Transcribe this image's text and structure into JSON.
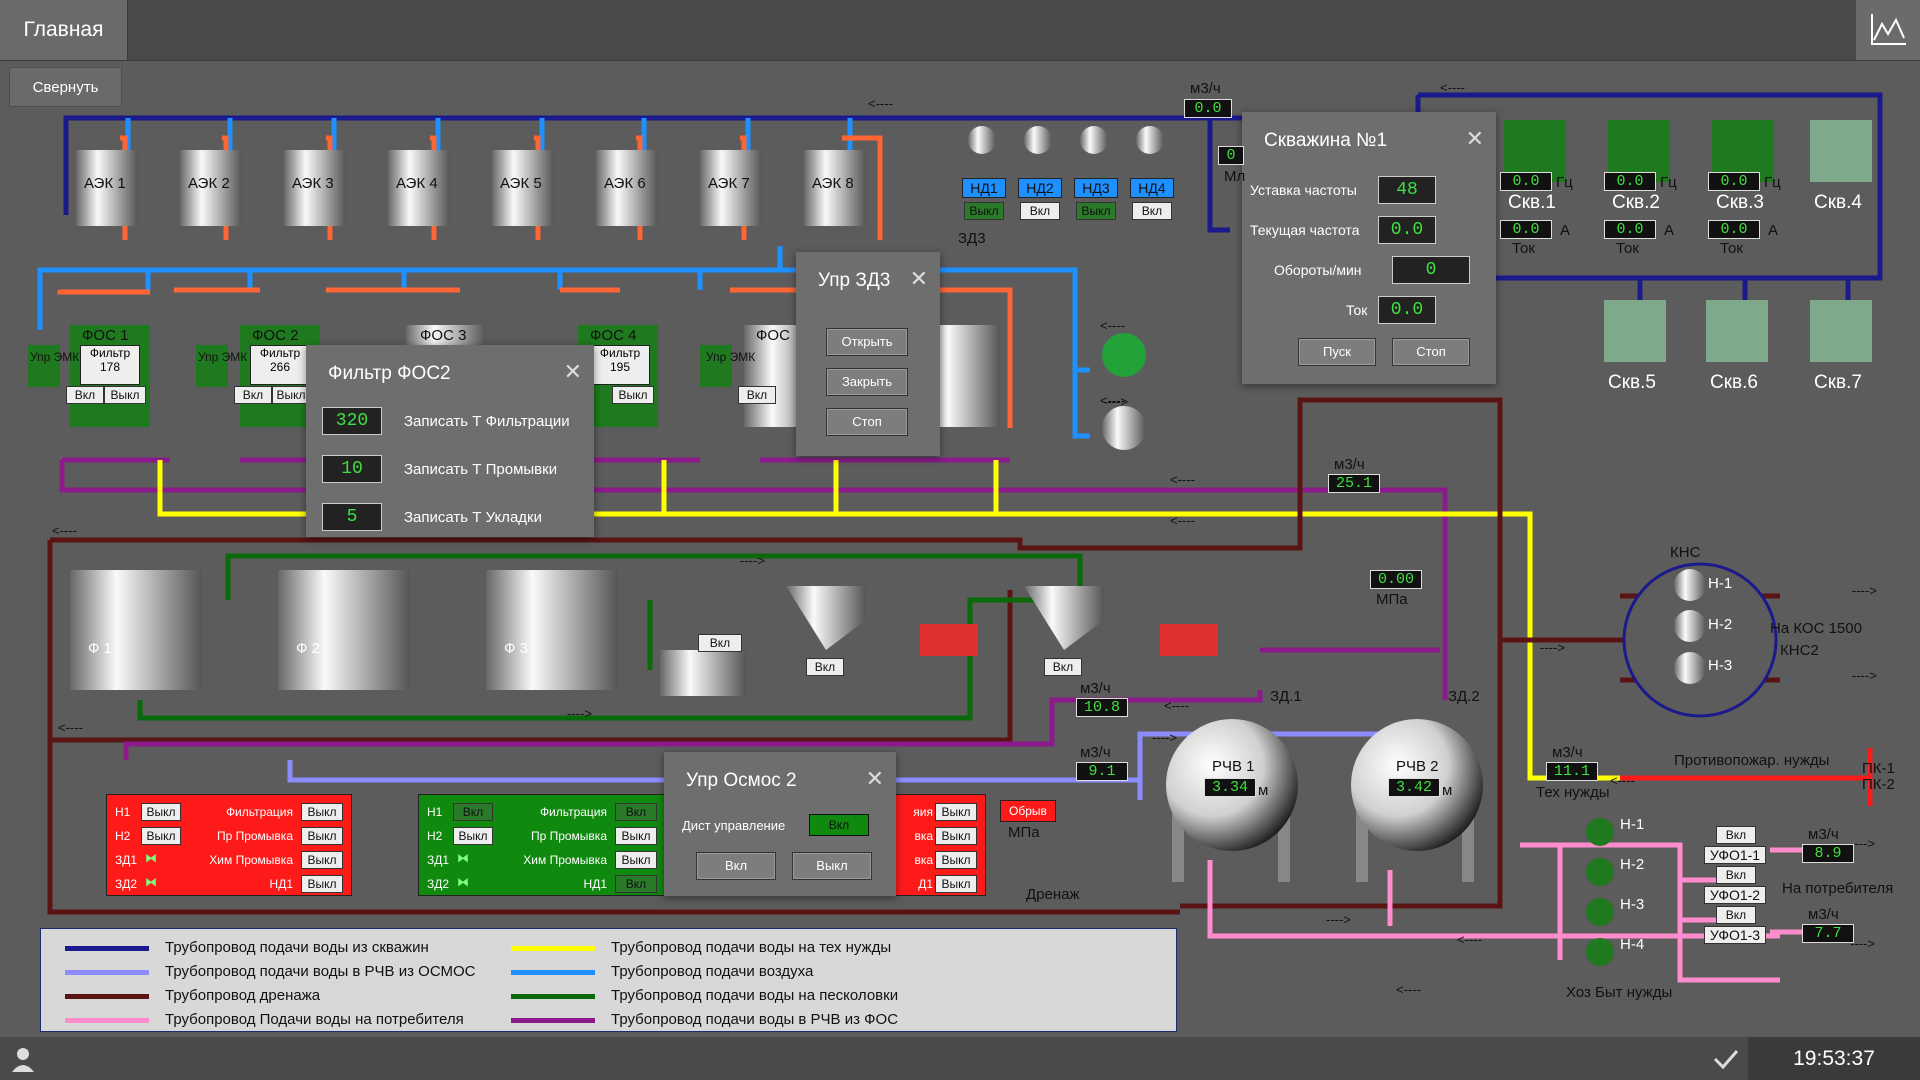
{
  "app": {
    "tab_main": "Главная",
    "collapse_label": "Свернуть",
    "clock": "19:53:37"
  },
  "colors": {
    "well_pipe": "#1a1a8c",
    "osmos_pipe": "#8c8cff",
    "drain_pipe": "#5a1414",
    "consumer_pipe": "#ff8ccc",
    "tech_pipe": "#ffff00",
    "air_pipe": "#1e90ff",
    "sand_pipe": "#0a6a0a",
    "fos_pipe": "#8c1a8c",
    "accent_value": "#3fe03f",
    "alarm_red": "#ff1a1a"
  },
  "aek_tanks": [
    "АЭК 1",
    "АЭК 2",
    "АЭК 3",
    "АЭК 4",
    "АЭК 5",
    "АЭК 6",
    "АЭК 7",
    "АЭК 8"
  ],
  "fos": [
    {
      "label": "ФОС 1",
      "filter": "Фильтр",
      "filter_val": "178",
      "emk": "Упр ЭМК",
      "on": "Вкл",
      "off": "Выкл"
    },
    {
      "label": "ФОС 2",
      "filter": "Фильтр",
      "filter_val": "266",
      "emk": "Упр ЭМК",
      "on": "Вкл",
      "off": "Выкл"
    },
    {
      "label": "ФОС 3"
    },
    {
      "label": "ФОС 4",
      "filter": "Фильтр",
      "filter_val": "195",
      "off": "Выкл"
    },
    {
      "label": "ФОС",
      "emk": "Упр ЭМК",
      "on": "Вкл"
    }
  ],
  "nd_pumps": [
    {
      "label": "НД1",
      "state": "Выкл"
    },
    {
      "label": "НД2",
      "state": "Вкл"
    },
    {
      "label": "НД3",
      "state": "Выкл"
    },
    {
      "label": "НД4",
      "state": "Вкл"
    }
  ],
  "flow_top": {
    "unit": "м3/ч",
    "value": "0.0"
  },
  "zd3_label": "ЗД3",
  "wells": [
    {
      "label": "Скв.1",
      "hz": "0.0",
      "a": "0.0",
      "hz_unit": "Гц",
      "a_unit": "А",
      "tok": "Ток"
    },
    {
      "label": "Скв.2",
      "hz": "0.0",
      "a": "0.0",
      "hz_unit": "Гц",
      "a_unit": "А",
      "tok": "Ток"
    },
    {
      "label": "Скв.3",
      "hz": "0.0",
      "a": "0.0",
      "hz_unit": "Гц",
      "a_unit": "А",
      "tok": "Ток"
    },
    {
      "label": "Скв.4"
    },
    {
      "label": "Скв.5"
    },
    {
      "label": "Скв.6"
    },
    {
      "label": "Скв.7"
    }
  ],
  "popup_well": {
    "title": "Скважина №1",
    "rows": [
      {
        "label": "Уставка частоты",
        "value": "48"
      },
      {
        "label": "Текущая частота",
        "value": "0.0"
      },
      {
        "label": "Обороты/мин",
        "value": "0"
      },
      {
        "label": "Ток",
        "value": "0.0"
      }
    ],
    "start": "Пуск",
    "stop": "Стоп",
    "partial_ml": "Мл",
    "partial_zero": "0"
  },
  "popup_zd3": {
    "title": "Упр ЗД3",
    "open": "Открыть",
    "close": "Закрыть",
    "stop": "Стоп"
  },
  "popup_fos2": {
    "title": "Фильтр ФОС2",
    "rows": [
      {
        "value": "320",
        "label": "Записать Т Фильтрации"
      },
      {
        "value": "10",
        "label": "Записать Т Промывки"
      },
      {
        "value": "5",
        "label": "Записать Т Укладки"
      }
    ]
  },
  "popup_osmos": {
    "title": "Упр Осмос 2",
    "remote": "Дист управление",
    "remote_state": "Вкл",
    "on": "Вкл",
    "off": "Выкл"
  },
  "filters_f": [
    "Ф 1",
    "Ф 2",
    "Ф 3"
  ],
  "pump_osmos_btn": "Вкл",
  "sand_btn_1": "Вкл",
  "sand_btn_2": "Вкл",
  "flow_25": {
    "unit": "м3/ч",
    "value": "25.1"
  },
  "pressure": {
    "value": "0.00",
    "unit": "МПа"
  },
  "flow_108": {
    "unit": "м3/ч",
    "value": "10.8"
  },
  "flow_91": {
    "unit": "м3/ч",
    "value": "9.1"
  },
  "zd1": "ЗД.1",
  "zd2": "ЗД.2",
  "rchv": [
    {
      "label": "РЧВ 1",
      "value": "3.34",
      "unit": "м"
    },
    {
      "label": "РЧВ 2",
      "value": "3.42",
      "unit": "м"
    }
  ],
  "obryv": {
    "label": "Обрыв",
    "unit": "МПа"
  },
  "drenazh": "Дренаж",
  "kns": {
    "title": "КНС",
    "pumps": [
      "Н-1",
      "Н-2",
      "Н-3"
    ],
    "dest1": "На КОС 1500",
    "dest2": "КНС2"
  },
  "fire": {
    "label": "Противопожар. нужды",
    "pk1": "ПК-1",
    "pk2": "ПК-2"
  },
  "tech": {
    "unit": "м3/ч",
    "value": "11.1",
    "label": "Тех нужды"
  },
  "consumer_pumps": [
    "Н-1",
    "Н-2",
    "Н-3",
    "Н-4"
  ],
  "ufo": [
    {
      "btn": "Вкл",
      "label": "УФО1-1"
    },
    {
      "btn": "Вкл",
      "label": "УФО1-2"
    },
    {
      "btn": "Вкл",
      "label": "УФО1-3"
    }
  ],
  "flow_89": {
    "unit": "м3/ч",
    "value": "8.9"
  },
  "flow_77": {
    "unit": "м3/ч",
    "value": "7.7"
  },
  "to_consumer": "На потребителя",
  "household": "Хоз Быт нужды",
  "osmos_panel_1": {
    "rows": [
      {
        "k": "Н1",
        "v": "Выкл",
        "k2": "Фильтрация",
        "v2": "Выкл"
      },
      {
        "k": "Н2",
        "v": "Выкл",
        "k2": "Пр Промывка",
        "v2": "Выкл"
      },
      {
        "k": "ЗД1",
        "v": "",
        "k2": "Хим Промывка",
        "v2": "Выкл"
      },
      {
        "k": "ЗД2",
        "v": "",
        "k2": "НД1",
        "v2": "Выкл"
      }
    ]
  },
  "osmos_panel_2": {
    "rows": [
      {
        "k": "Н1",
        "v": "Вкл",
        "k2": "Фильтрация",
        "v2": "Вкл"
      },
      {
        "k": "Н2",
        "v": "Выкл",
        "k2": "Пр Промывка",
        "v2": "Выкл"
      },
      {
        "k": "ЗД1",
        "v": "",
        "k2": "Хим Промывка",
        "v2": "Выкл"
      },
      {
        "k": "ЗД2",
        "v": "",
        "k2": "НД1",
        "v2": "Вкл"
      }
    ]
  },
  "osmos_panel_3": {
    "rows": [
      {
        "k2": "яия",
        "v2": "Выкл"
      },
      {
        "k2": "вка",
        "v2": "Выкл"
      },
      {
        "k2": "вка",
        "v2": "Выкл"
      },
      {
        "k2": "Д1",
        "v2": "Выкл"
      }
    ]
  },
  "legend": [
    {
      "text": "Трубопровод подачи воды из скважин",
      "color": "#1a1a8c"
    },
    {
      "text": "Трубопровод подачи воды в РЧВ из ОСМОС",
      "color": "#8c8cff"
    },
    {
      "text": "Трубопровод дренажа",
      "color": "#5a1414"
    },
    {
      "text": "Трубопровод Подачи воды на потребителя",
      "color": "#ff8ccc"
    },
    {
      "text": "Трубопровод подачи воды на тех нужды",
      "color": "#ffff00"
    },
    {
      "text": "Трубопровод подачи воздуха",
      "color": "#1e90ff"
    },
    {
      "text": "Трубопровод подачи воды на песколовки",
      "color": "#0a6a0a"
    },
    {
      "text": "Трубопровод подачи воды в РЧВ из ФОС",
      "color": "#8c1a8c"
    }
  ]
}
